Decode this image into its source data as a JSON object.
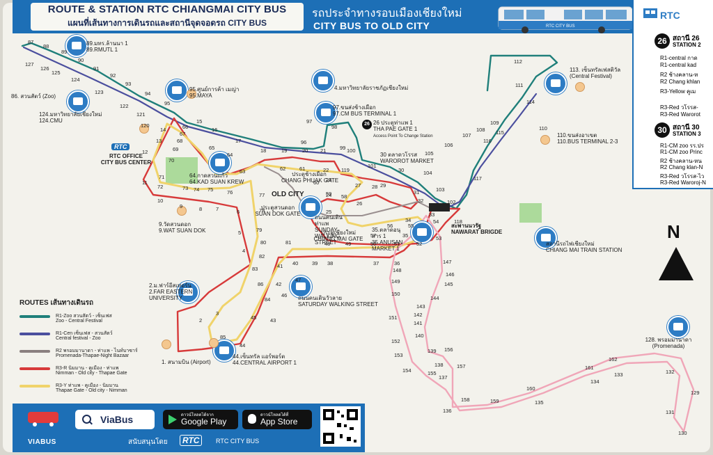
{
  "header": {
    "title_en": "ROUTE & STATION RTC CHIANGMAI CITY BUS",
    "title_th": "แผนที่เส้นทางการเดินรถและสถานีจุดจอดรถ CITY BUS",
    "subtitle_th": "รถประจำทางรอบเมืองเชียงใหม่",
    "subtitle_en": "CITY BUS TO OLD CITY",
    "bus_label": "RTC CITY BUS"
  },
  "colors": {
    "header_blue": "#1d6fb6",
    "r1_zoo": "#1f7f7a",
    "r1_cen": "#4b4f9e",
    "r2": "#8a7f7f",
    "r3_red": "#d73a3a",
    "r3_yellow": "#f0d36a",
    "pink": "#f0a6b8"
  },
  "legend": {
    "title": "ROUTES เส้นทางเดินรถ",
    "items": [
      {
        "code": "R1-Zoo สวนสัตว์ - เซ็นเฟส",
        "desc": "Zoo - Central Festival",
        "color": "#1f7f7a"
      },
      {
        "code": "R1-Cen เซ็นเฟส - สวนสัตว์",
        "desc": "Central festival - Zoo",
        "color": "#4b4f9e"
      },
      {
        "code": "R2 พรอมมานาดา - ท่าแพ - ไนท์บาซาร์",
        "desc": "Promenada-Thapae-Night Bazaar",
        "color": "#8a7f7f"
      },
      {
        "code": "R3-R นิมมาน - คูเมือง - ท่าแพ",
        "desc": "Nimman - Old city - Thapae Gate",
        "color": "#d73a3a"
      },
      {
        "code": "R3-Y ท่าแพ - คูเมือง - นิมมาน",
        "desc": "Thapae Gate - Old city - Nimman",
        "color": "#f0d36a"
      }
    ]
  },
  "map_labels": {
    "old_city": "OLD CITY",
    "nawarat_th": "สะพานนวรัฐ",
    "nawarat_en": "NAWARAT BRIGDE",
    "train_th": "สถานีรถไฟเชียงใหม่",
    "train_en": "CHIANG MAI TRAIN STATION",
    "thapae_th": "26 ประตูท่าแพ 1",
    "thapae_en": "THA PAE GATE 1",
    "thapae_note": "Access Point To Change Station",
    "rtc_office_badge": "RTC",
    "rtc_office": "RTC OFFICE\nCITY BUS CENTER",
    "north": "N"
  },
  "stations": [
    {
      "name": "89.มทร.ล้านนา 1",
      "name2": "89.RMUTL 1"
    },
    {
      "name": "86. สวนสัตว์ (Zoo)",
      "name2": ""
    },
    {
      "name": "124.มหาวิทยาลัยเชียงใหม่",
      "name2": "124.CMU"
    },
    {
      "name": "95.ศูนย์การค้า เมญ่า",
      "name2": "95.MAYA"
    },
    {
      "name": "4.มหาวิทยาลัยราชภัฏเชียงใหม่",
      "name2": ""
    },
    {
      "name": "97.ขนส่งช้างเผือก",
      "name2": "97.CM BUS TERMINAL 1"
    },
    {
      "name": "64.กาดสวนแก้ว",
      "name2": "64.KAD SUAN KREW"
    },
    {
      "name": "ประตูช้างเผือก",
      "name2": "CHANG PHUAK GATE"
    },
    {
      "name": "30 ตลาดวโรรส",
      "name2": "WAROROT MARKET"
    },
    {
      "name": "ประตูสวนดอก",
      "name2": "SUAN DOK GATE"
    },
    {
      "name": "ถนนคนเดินท่าแพ",
      "name2": "SUNDAY WALKING STREET"
    },
    {
      "name": "ประตูเชียงใหม่",
      "name2": "CHIANG MAI GATE"
    },
    {
      "name": "9.วัดสวนดอก",
      "name2": "9.WAT SUAN DOK"
    },
    {
      "name": "35.ตลาดอนุสาร 1",
      "name2": "35.ANUSAN MARKET 1"
    },
    {
      "name": "2.ม.ฟาร์อีสเทอร์น",
      "name2": "2.FAR EASTERN UNIVERSITY"
    },
    {
      "name": "ถนนคนเดินวัวลาย",
      "name2": "SATURDAY WALKING STREET"
    },
    {
      "name": "1. สนามบิน (Airport)",
      "name2": ""
    },
    {
      "name": "44.เซ็นทรัล แอร์พอร์ต",
      "name2": "44.CENTRAL AIRPORT 1"
    },
    {
      "name": "113. เซ็นทรัลเฟสติวัล",
      "name2": "(Central Festival)"
    },
    {
      "name": "110.ขนส่งอาเขต",
      "name2": "110.BUS TERMINAL 2-3"
    },
    {
      "name": "128. พรอมมานาดา",
      "name2": "(Promenada)"
    }
  ],
  "stop_numbers": [
    "87",
    "88",
    "89",
    "90",
    "91",
    "92",
    "93",
    "94",
    "95",
    "127",
    "126",
    "125",
    "124",
    "123",
    "122",
    "121",
    "120",
    "15",
    "16",
    "17",
    "14",
    "13",
    "12",
    "11",
    "66",
    "67",
    "68",
    "69",
    "70",
    "65",
    "64",
    "63",
    "62",
    "61",
    "60",
    "18",
    "19",
    "20",
    "21",
    "96",
    "97",
    "98",
    "99",
    "100",
    "101",
    "22",
    "23",
    "24",
    "25",
    "26",
    "27",
    "28",
    "29",
    "30",
    "31",
    "32",
    "33",
    "34",
    "52",
    "53",
    "54",
    "55",
    "56",
    "57",
    "58",
    "59",
    "119",
    "102",
    "103",
    "104",
    "105",
    "106",
    "107",
    "108",
    "109",
    "115",
    "116",
    "117",
    "118",
    "112",
    "111",
    "114",
    "110",
    "10",
    "9",
    "8",
    "7",
    "6",
    "5",
    "4",
    "3",
    "2",
    "71",
    "72",
    "73",
    "74",
    "75",
    "76",
    "77",
    "78",
    "79",
    "80",
    "81",
    "82",
    "83",
    "84",
    "85",
    "86",
    "43",
    "44",
    "45",
    "42",
    "41",
    "40",
    "39",
    "38",
    "37",
    "36",
    "35",
    "46",
    "47",
    "48",
    "49",
    "50",
    "51",
    "136",
    "137",
    "138",
    "139",
    "140",
    "141",
    "142",
    "143",
    "144",
    "145",
    "146",
    "147",
    "148",
    "149",
    "150",
    "151",
    "152",
    "153",
    "154",
    "155",
    "156",
    "157",
    "158",
    "159",
    "160",
    "135",
    "161",
    "134",
    "162",
    "133",
    "132",
    "129",
    "131",
    "130"
  ],
  "side_panel": {
    "brand": "RTC",
    "blocks": [
      {
        "badge": "26",
        "title": "สถานี 26",
        "subtitle": "STATION 2",
        "lines": [
          {
            "text": "R1-central กาด",
            "color": "#2b4f7a"
          },
          {
            "text": "R1-central kad",
            "color": "#2b4f7a"
          },
          {
            "text": "R2 ช้างคลาน-ห",
            "color": "#d73a3a"
          },
          {
            "text": "R2 Chang khlan",
            "color": "#d73a3a"
          },
          {
            "text": "R3-Yellow คูเม",
            "color": "#f0d36a"
          },
          {
            "text": "R3-Red วโรรส-",
            "color": "#d73a3a"
          },
          {
            "text": "R3-Red Warorot",
            "color": "#d73a3a"
          }
        ]
      },
      {
        "badge": "30",
        "title": "สถานี 30",
        "subtitle": "STATION 3",
        "lines": [
          {
            "text": "R1-CM zoo รร.ปร",
            "color": "#2b4f7a"
          },
          {
            "text": "R1-CM zoo Princ",
            "color": "#2b4f7a"
          },
          {
            "text": "R2 ช้างคลาน-หน",
            "color": "#d73a3a"
          },
          {
            "text": "R2 Chang klan-N",
            "color": "#d73a3a"
          },
          {
            "text": "R3-Red วโรรส-ไว",
            "color": "#d73a3a"
          },
          {
            "text": "R3-Red Waroroj-N",
            "color": "#d73a3a"
          }
        ]
      }
    ]
  },
  "footer": {
    "viabus_logo": "VIABUS",
    "search_label": "ViaBus",
    "gp_small": "ดาวน์โหลดได้จาก",
    "gp_label": "Google Play",
    "ap_small": "ดาวน์โหลดได้ที่",
    "ap_label": "App Store",
    "sponsor": "สนับสนุนโดย",
    "rtc_logo": "RTC",
    "rtc_name": "RTC CITY BUS"
  }
}
